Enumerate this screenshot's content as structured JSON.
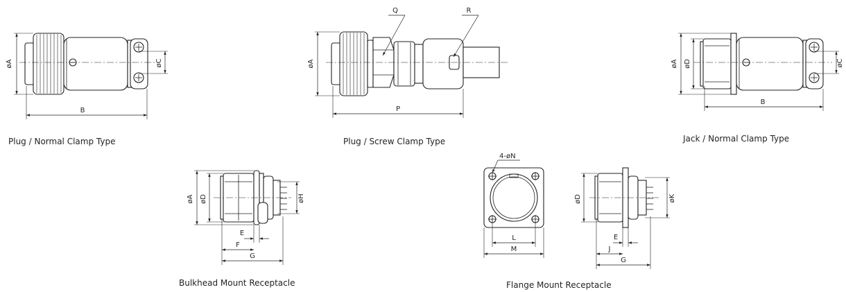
{
  "captions": {
    "plug_normal": "Plug  /  Normal Clamp Type",
    "plug_screw": "Plug / Screw Clamp  Type",
    "jack_normal": "Jack  /  Normal Clamp Type",
    "bulkhead": "Bulkhead Mount Receptacle",
    "flange": "Flange Mount Receptacle"
  },
  "dimensions": {
    "plug_normal": {
      "A": "øA",
      "C": "øC",
      "B": "B"
    },
    "plug_screw": {
      "A": "øA",
      "P": "P",
      "Q": "Q",
      "R": "R"
    },
    "jack_normal": {
      "A": "øA",
      "D": "øD",
      "C": "øC",
      "B": "B"
    },
    "bulkhead": {
      "A": "øA",
      "D": "øD",
      "H": "øH",
      "E": "E",
      "F": "F",
      "G": "G"
    },
    "flange_front": {
      "N": "4-øN",
      "L": "L",
      "M": "M"
    },
    "flange_side": {
      "D": "øD",
      "K": "øK",
      "E": "E",
      "J": "J",
      "G": "G"
    }
  },
  "colors": {
    "line": "#231f20",
    "background": "#ffffff"
  }
}
